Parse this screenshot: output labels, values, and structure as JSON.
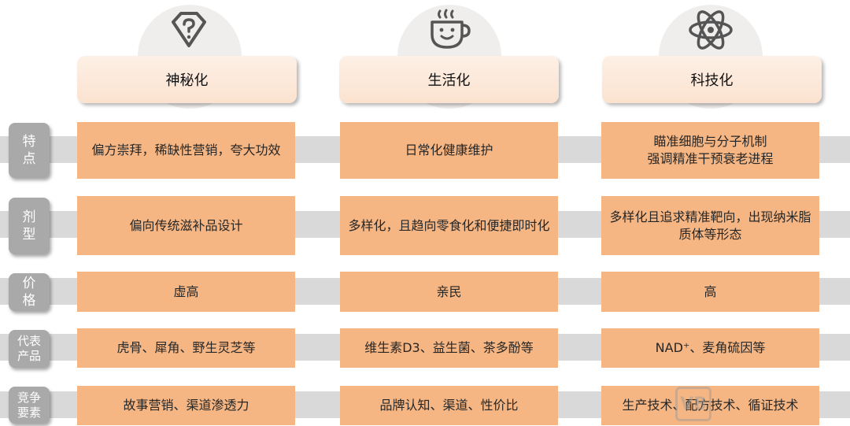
{
  "columns": [
    {
      "title": "神秘化",
      "icon": "diamond-question-icon"
    },
    {
      "title": "生活化",
      "icon": "smiling-cup-icon"
    },
    {
      "title": "科技化",
      "icon": "atom-icon"
    }
  ],
  "rows": [
    {
      "label": "特\n点",
      "cells": [
        "偏方崇拜，稀缺性营销，夸大功效",
        "日常化健康维护",
        "瞄准细胞与分子机制\n强调精准干预衰老进程"
      ]
    },
    {
      "label": "剂\n型",
      "cells": [
        "偏向传统滋补品设计",
        "多样化，且趋向零食化和便捷即时化",
        "多样化且追求精准靶向，出现纳米脂质体等形态"
      ]
    },
    {
      "label": "价\n格",
      "cells": [
        "虚高",
        "亲民",
        "高"
      ]
    },
    {
      "label": "代表\n产品",
      "cells": [
        "虎骨、犀角、野生灵芝等",
        "维生素D3、益生菌、茶多酚等",
        "NAD⁺、麦角硫因等"
      ]
    },
    {
      "label": "竞争\n要素",
      "cells": [
        "故事营销、渠道渗透力",
        "品牌认知、渠道、性价比",
        "生产技术、配方技术、循证技术"
      ]
    }
  ],
  "colors": {
    "cell_fill": "#f6b683",
    "header_fill": "#fbe2cf",
    "label_fill": "#a9a9a9",
    "band_fill": "#d9d9d9",
    "icon_stroke": "#555555"
  }
}
